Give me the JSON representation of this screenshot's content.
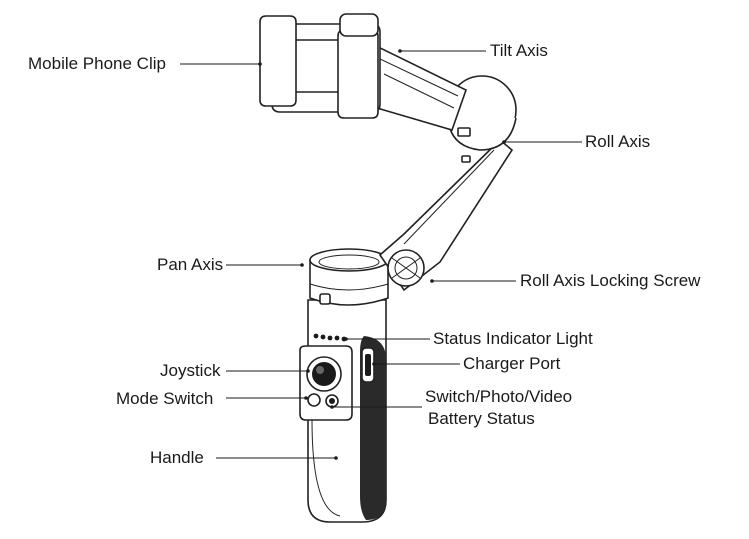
{
  "labels": {
    "mobile_phone_clip": "Mobile Phone Clip",
    "tilt_axis": "Tilt Axis",
    "roll_axis": "Roll Axis",
    "pan_axis": "Pan Axis",
    "roll_axis_locking_screw": "Roll Axis Locking Screw",
    "status_indicator_light": "Status Indicator Light",
    "charger_port": "Charger Port",
    "joystick": "Joystick",
    "mode_switch": "Mode Switch",
    "switch_photo_video": "Switch/Photo/Video",
    "battery_status": "Battery Status",
    "handle": "Handle"
  }
}
